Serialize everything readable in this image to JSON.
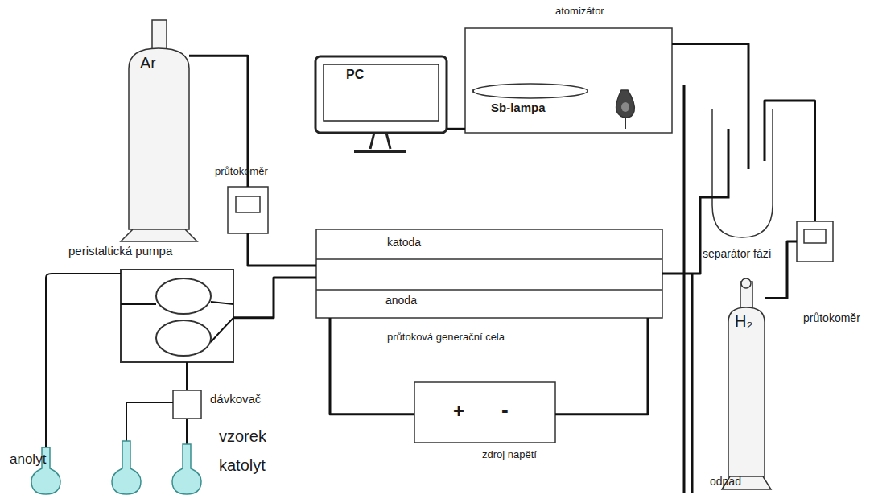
{
  "diagram": {
    "nodes": [
      {
        "text": [
          "Ar"
        ]
      },
      {
        "text": [
          "průtokoměr"
        ]
      },
      {
        "text": [
          "peristaltická pumpa"
        ]
      },
      {
        "text": [
          "PC"
        ]
      },
      {
        "text": [
          "atomizátor",
          "Sb-lampa"
        ]
      },
      {
        "text": [
          "katoda",
          "anoda",
          "průtoková generační cela"
        ]
      },
      {
        "text": [
          "separátor fází"
        ]
      },
      {
        "text": [
          "+",
          "-",
          "zdroj napětí"
        ]
      },
      {
        "text": [
          "H₂"
        ]
      },
      {
        "text": [
          "průtokoměr"
        ]
      },
      {
        "text": [
          "dávkovač"
        ]
      }
    ],
    "edges": [
      {
        "from": 0,
        "to": 1,
        "arrow": "none"
      },
      {
        "from": 1,
        "to": 5,
        "arrow": "none"
      },
      {
        "from": 2,
        "to": 5,
        "arrow": "none"
      },
      {
        "from": 10,
        "to": 2,
        "arrow": "none"
      },
      {
        "from": 5,
        "to": 6,
        "arrow": "none"
      },
      {
        "from": 4,
        "to": 6,
        "arrow": "none"
      },
      {
        "from": 8,
        "to": 9,
        "arrow": "none"
      },
      {
        "from": 9,
        "to": 6,
        "arrow": "none"
      },
      {
        "from": 3,
        "to": 4,
        "arrow": "none"
      },
      {
        "from": 7,
        "to": 5,
        "arrow": "none"
      },
      {
        "from": 7,
        "to": 5,
        "arrow": "none"
      }
    ],
    "labels": [
      "anolyt",
      "vzorek",
      "katolyt",
      "odpad"
    ]
  }
}
